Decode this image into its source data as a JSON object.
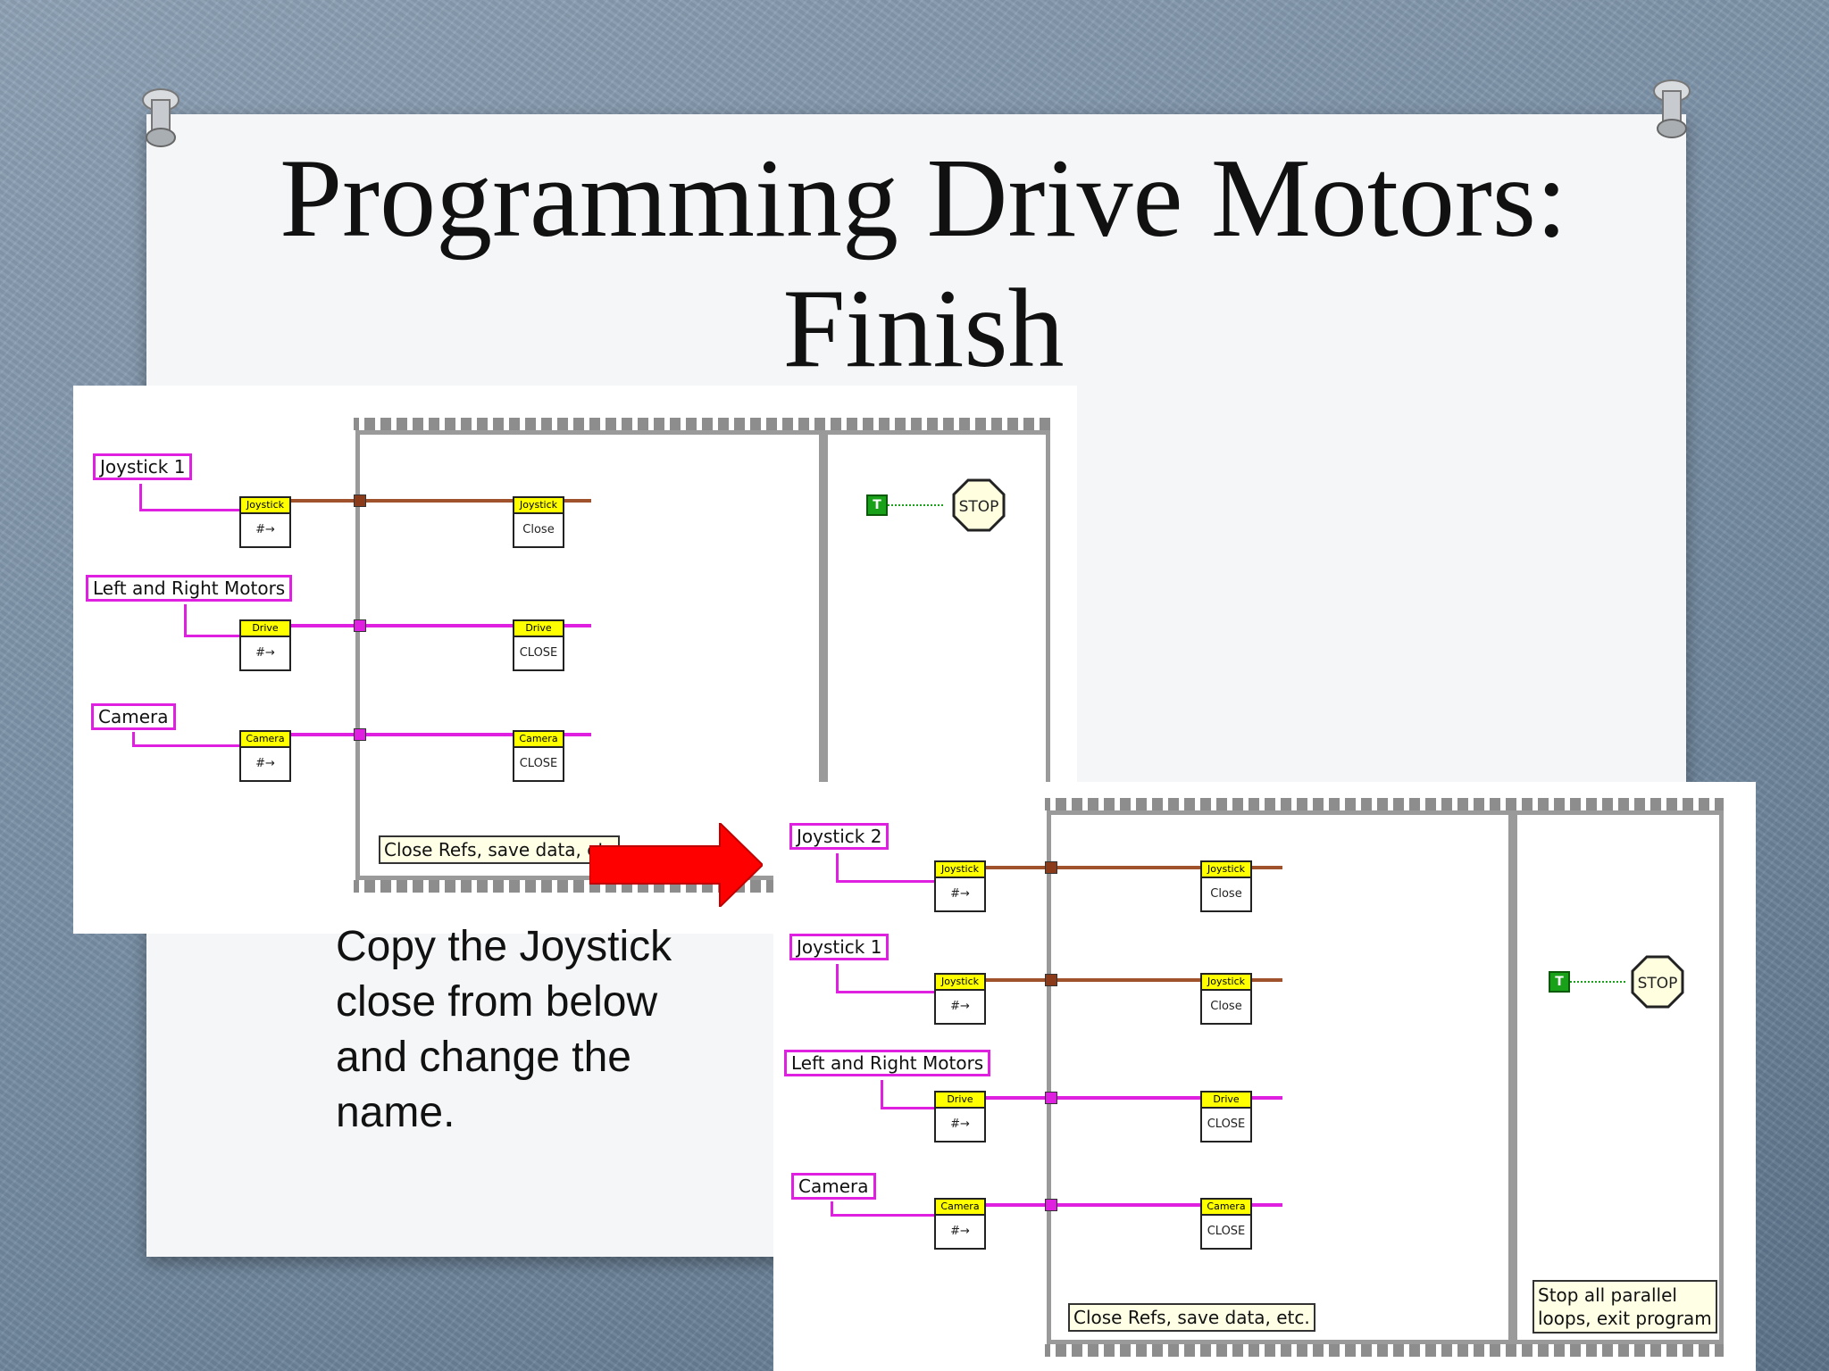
{
  "slide": {
    "title_line1": "Programming Drive Motors:",
    "title_line2": "Finish",
    "caption": "Copy the Joystick close from below and change the name."
  },
  "before": {
    "labels": [
      "Joystick 1",
      "Left and Right Motors",
      "Camera"
    ],
    "open_vis": [
      {
        "header": "Joystick",
        "body": "#→"
      },
      {
        "header": "Drive",
        "body": "#→"
      },
      {
        "header": "Camera",
        "body": "#→"
      }
    ],
    "close_vis": [
      {
        "header": "Joystick",
        "body": "Close"
      },
      {
        "header": "Drive",
        "body": "CLOSE"
      },
      {
        "header": "Camera",
        "body": "CLOSE"
      }
    ],
    "note": "Close Refs, save data, etc",
    "true_const": "T",
    "stop_label": "STOP"
  },
  "after": {
    "labels": [
      "Joystick 2",
      "Joystick 1",
      "Left and Right Motors",
      "Camera"
    ],
    "open_vis": [
      {
        "header": "Joystick",
        "body": "#→"
      },
      {
        "header": "Joystick",
        "body": "#→"
      },
      {
        "header": "Drive",
        "body": "#→"
      },
      {
        "header": "Camera",
        "body": "#→"
      }
    ],
    "close_vis": [
      {
        "header": "Joystick",
        "body": "Close"
      },
      {
        "header": "Joystick",
        "body": "Close"
      },
      {
        "header": "Drive",
        "body": "CLOSE"
      },
      {
        "header": "Camera",
        "body": "CLOSE"
      }
    ],
    "note": "Close Refs, save data, etc.",
    "stop_note_line1": "Stop all parallel",
    "stop_note_line2": "loops, exit program",
    "true_const": "T",
    "stop_label": "STOP"
  },
  "colors": {
    "refnum_wire": "#a0522d",
    "device_wire": "#e020e0",
    "arrow": "#ff0000",
    "bool_const": "#1aa11a"
  },
  "icons": [
    "push-pin-icon",
    "arrow-right-icon",
    "stop-sign-icon"
  ]
}
